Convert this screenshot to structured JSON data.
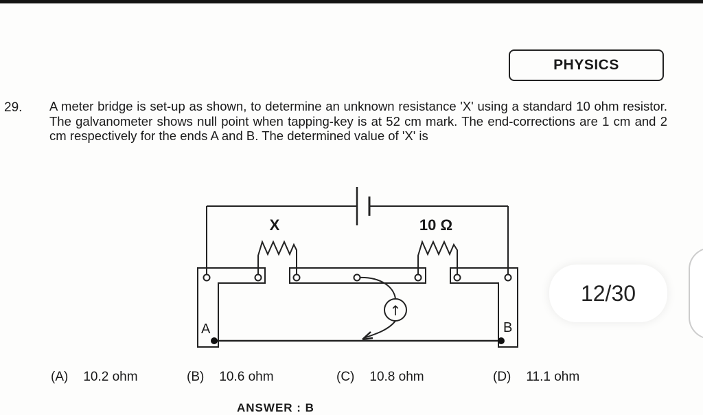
{
  "subject": "PHYSICS",
  "question": {
    "number": "29.",
    "text": "A meter bridge is set-up as shown, to determine an unknown resistance 'X' using a standard 10 ohm resistor. The galvanometer shows null point when tapping-key is at 52 cm mark. The end-corrections are 1 cm and 2 cm respectively for the ends A and B. The determined value of 'X' is"
  },
  "diagram": {
    "label_x": "X",
    "label_standard": "10 Ω",
    "label_a": "A",
    "label_b": "B",
    "galvanometer_arrow": "↑"
  },
  "options": [
    {
      "label": "(A)",
      "value": "10.2 ohm"
    },
    {
      "label": "(B)",
      "value": "10.6 ohm"
    },
    {
      "label": "(C)",
      "value": "10.8 ohm"
    },
    {
      "label": "(D)",
      "value": "11.1 ohm"
    }
  ],
  "pager": "12/30",
  "answer": "ANSWER : B"
}
